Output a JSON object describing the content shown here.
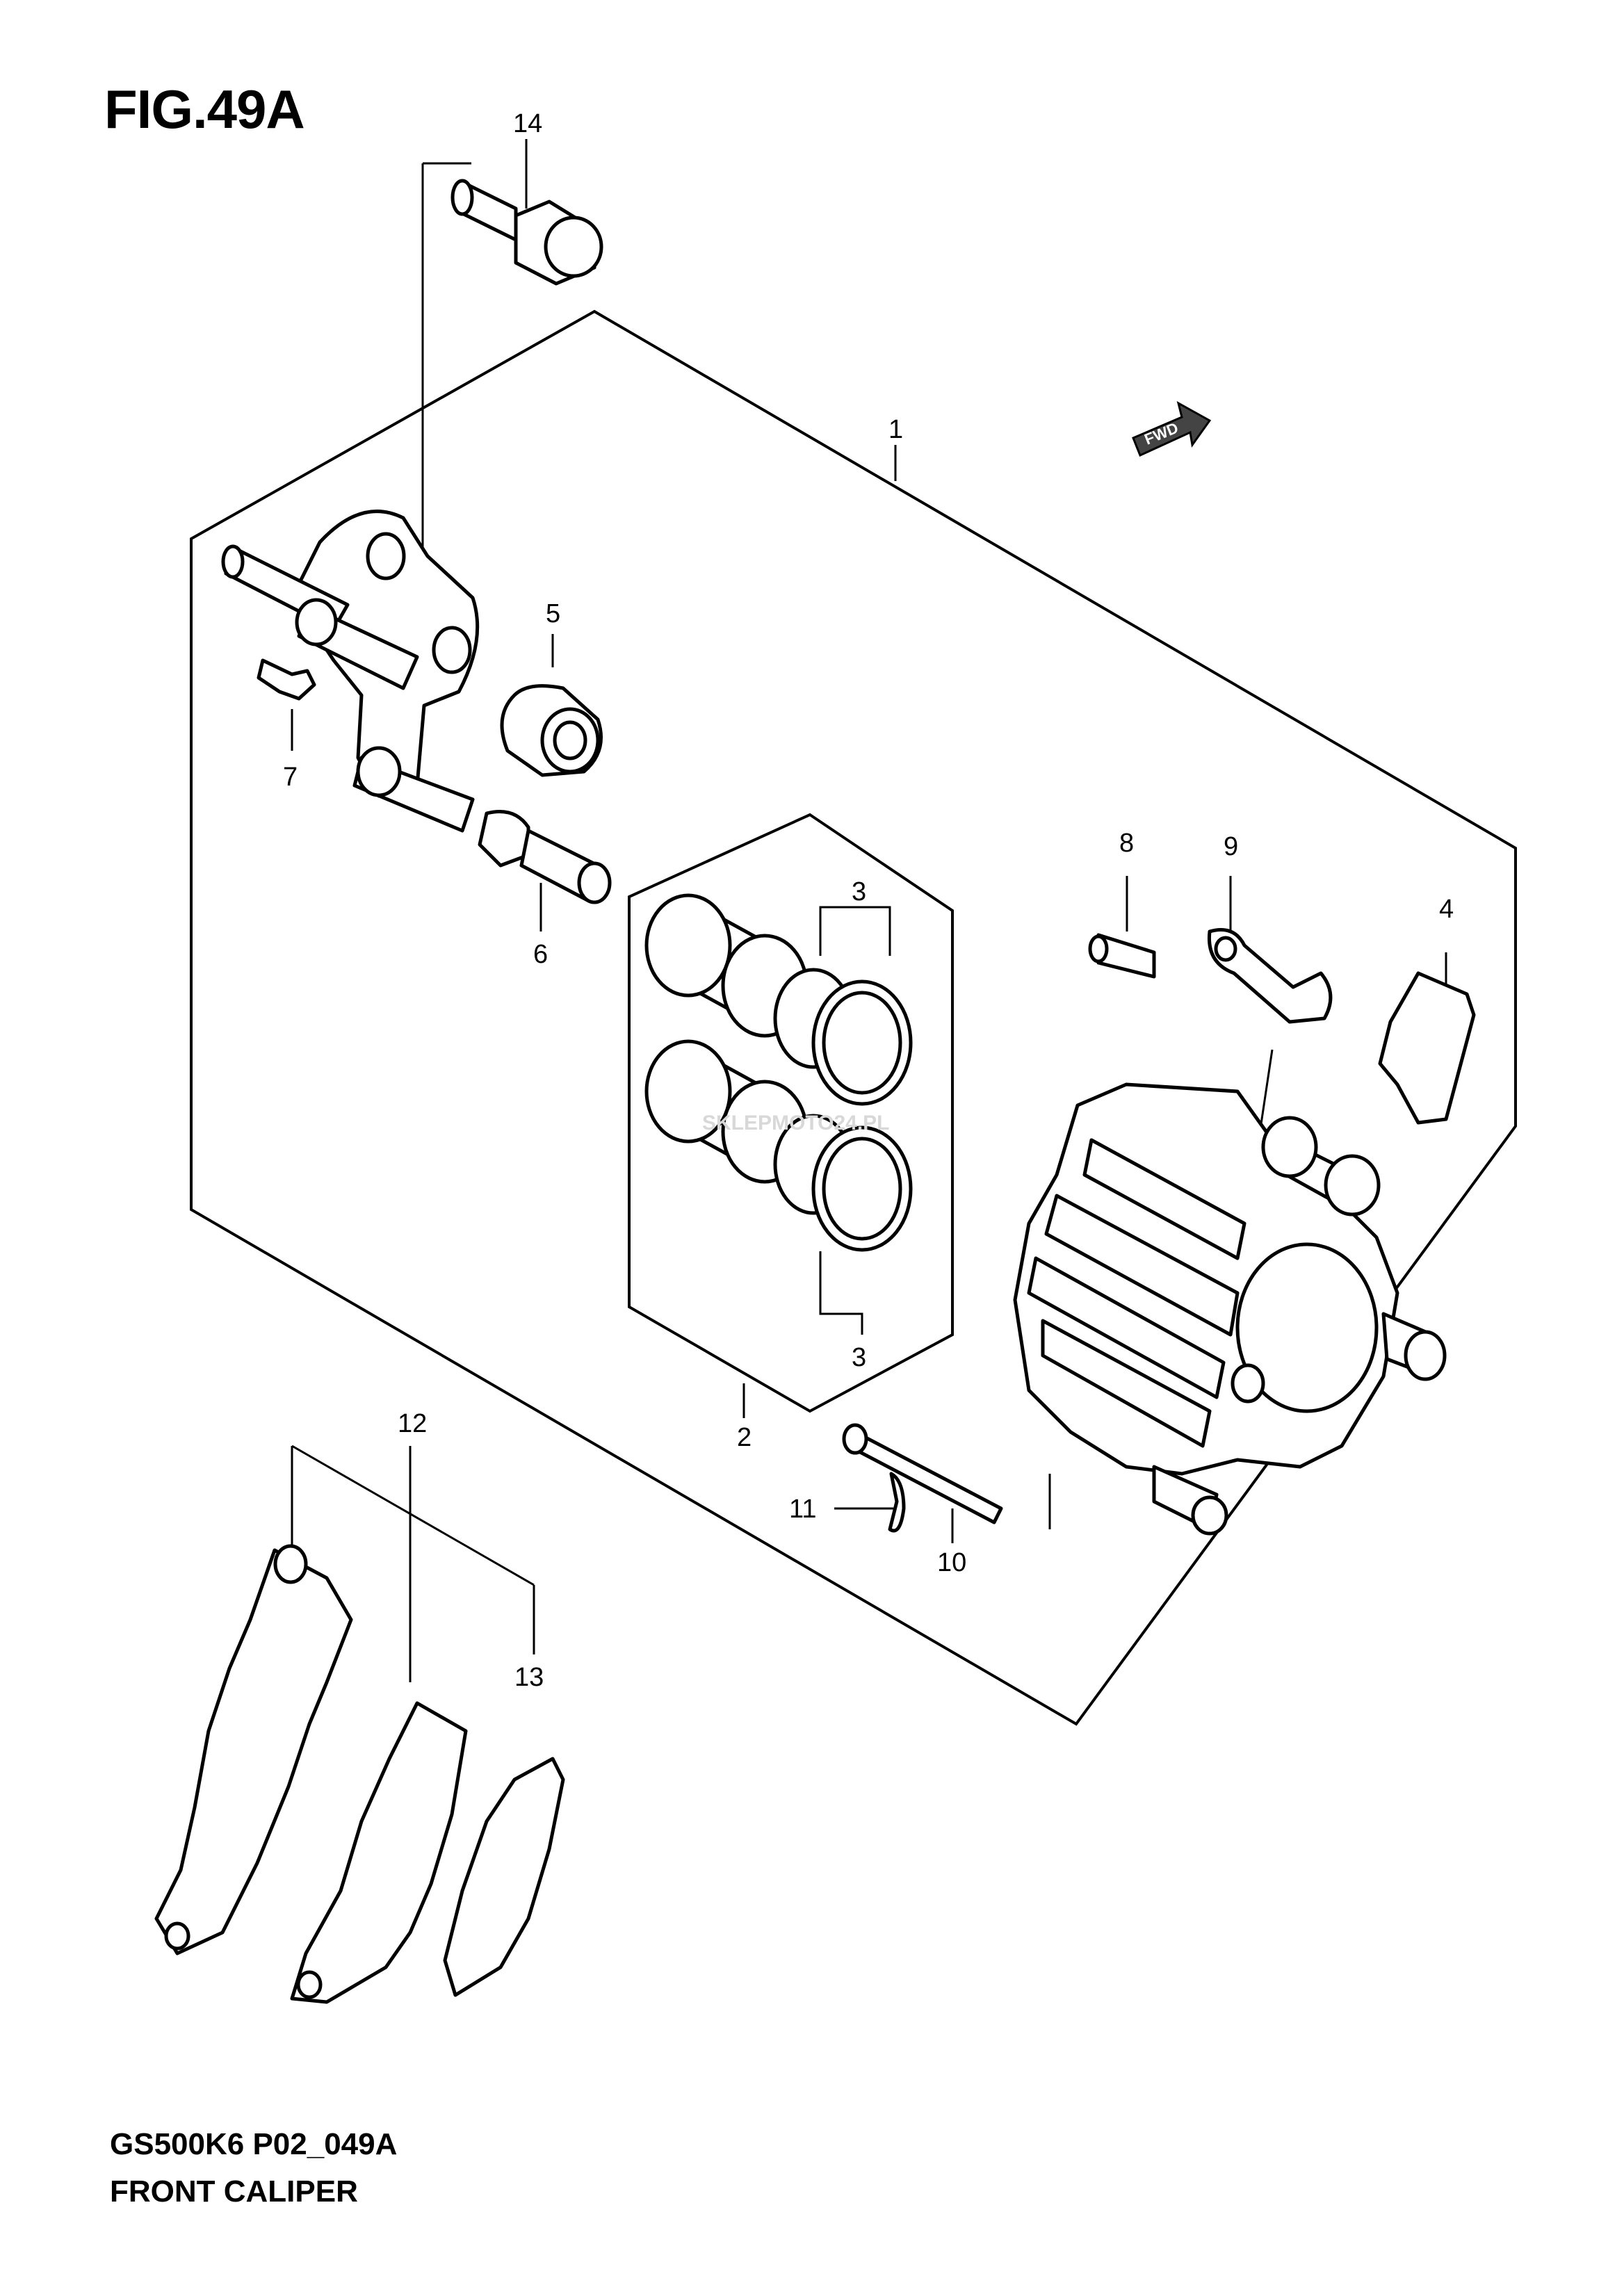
{
  "figure": {
    "title": "FIG.49A"
  },
  "footer": {
    "code": "GS500K6 P02_049A",
    "name": "FRONT CALIPER"
  },
  "fwd_badge": "FWD",
  "watermark": {
    "brand": "SKLEPMOTO24.PL"
  },
  "callouts": {
    "p1": "1",
    "p2": "2",
    "p3a": "3",
    "p3b": "3",
    "p4": "4",
    "p5": "5",
    "p6": "6",
    "p7": "7",
    "p8": "8",
    "p9": "9",
    "p10": "10",
    "p11": "11",
    "p12": "12",
    "p13": "13",
    "p14": "14"
  }
}
